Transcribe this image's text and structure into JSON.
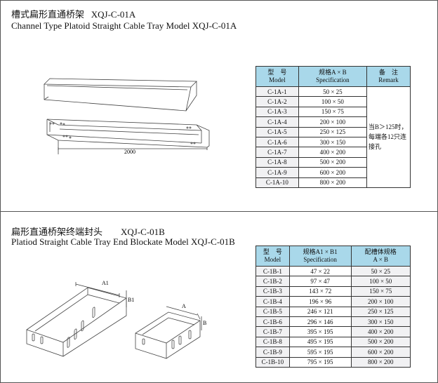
{
  "section_a": {
    "title_cn": "槽式扁形直通桥架",
    "model_code": "XQJ-C-01A",
    "title_en": "Channel Type Platoid Straight Cable Tray Model XQJ-C-01A",
    "dimension_label": "2000",
    "table": {
      "headers": [
        {
          "cn": "型　号",
          "en": "Model"
        },
        {
          "cn": "规格A × B",
          "en": "Specification"
        },
        {
          "cn": "备　注",
          "en": "Remark"
        }
      ],
      "rows": [
        {
          "model": "C-1A-1",
          "spec": "50 × 25"
        },
        {
          "model": "C-1A-2",
          "spec": "100 × 50"
        },
        {
          "model": "C-1A-3",
          "spec": "150 × 75"
        },
        {
          "model": "C-1A-4",
          "spec": "200 × 100"
        },
        {
          "model": "C-1A-5",
          "spec": "250 × 125"
        },
        {
          "model": "C-1A-6",
          "spec": "300 × 150"
        },
        {
          "model": "C-1A-7",
          "spec": "400 × 200"
        },
        {
          "model": "C-1A-8",
          "spec": "500 × 200"
        },
        {
          "model": "C-1A-9",
          "spec": "600 × 200"
        },
        {
          "model": "C-1A-10",
          "spec": "800 × 200"
        }
      ],
      "remark": "当B＞125时，每端各12只连接孔"
    }
  },
  "section_b": {
    "title_cn": "扁形直通桥架终端封头",
    "model_code": "XQJ-C-01B",
    "title_en": "Platiod Straight Cable Tray End Blockate Model XQJ-C-01B",
    "dim_labels": {
      "a1": "A1",
      "b1": "B1",
      "a": "A",
      "b": "B"
    },
    "table": {
      "headers": [
        {
          "cn": "型　号",
          "en": "Model"
        },
        {
          "cn": "规格A1 × B1",
          "en": "Specification"
        },
        {
          "cn": "配槽体规格",
          "en": "A × B"
        }
      ],
      "rows": [
        {
          "model": "C-1B-1",
          "spec": "47 × 22",
          "match": "50 × 25"
        },
        {
          "model": "C-1B-2",
          "spec": "97 × 47",
          "match": "100 × 50"
        },
        {
          "model": "C-1B-3",
          "spec": "143 × 72",
          "match": "150 × 75"
        },
        {
          "model": "C-1B-4",
          "spec": "196 × 96",
          "match": "200 × 100"
        },
        {
          "model": "C-1B-5",
          "spec": "246 × 121",
          "match": "250 × 125"
        },
        {
          "model": "C-1B-6",
          "spec": "296 × 146",
          "match": "300 × 150"
        },
        {
          "model": "C-1B-7",
          "spec": "395 × 195",
          "match": "400 × 200"
        },
        {
          "model": "C-1B-8",
          "spec": "495 × 195",
          "match": "500 × 200"
        },
        {
          "model": "C-1B-9",
          "spec": "595 × 195",
          "match": "600 × 200"
        },
        {
          "model": "C-1B-10",
          "spec": "795 × 195",
          "match": "800 × 200"
        }
      ]
    }
  }
}
